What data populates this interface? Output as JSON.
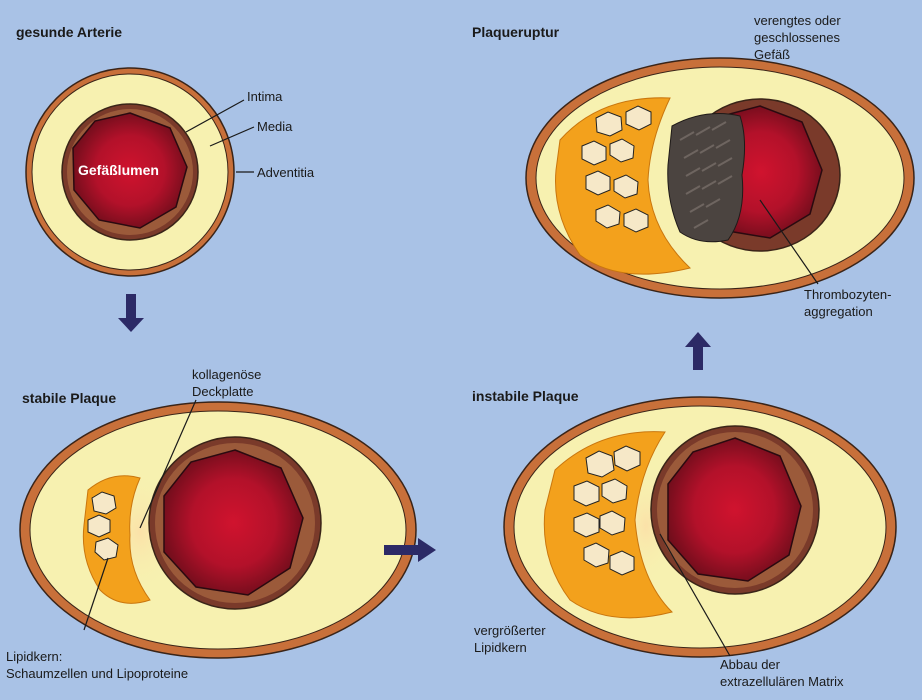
{
  "colors": {
    "background": "#a9c2e6",
    "adventitia": "#c8703a",
    "media": "#f7f1b0",
    "intima": "#6e3426",
    "lumen_center": "#d0132e",
    "lumen_edge": "#6a0d1a",
    "lipid": "#f3a11c",
    "thrombus": "#4b4440",
    "arrow": "#2c2a66"
  },
  "panels": {
    "healthy": {
      "title": "gesunde Arterie",
      "lumen_label": "Gefäßlumen",
      "intima": "Intima",
      "media": "Media",
      "adventitia": "Adventitia"
    },
    "stable": {
      "title": "stabile Plaque",
      "cap": [
        "kollagenöse",
        "Deckplatte"
      ],
      "lipid_core": [
        "Lipidkern:",
        "Schaumzellen und Lipoproteine"
      ]
    },
    "unstable": {
      "title": "instabile Plaque",
      "enlarged_core": [
        "vergrößerter",
        "Lipidkern"
      ],
      "matrix": [
        "Abbau der",
        "extrazellulären Matrix"
      ]
    },
    "rupture": {
      "title": "Plaqueruptur",
      "narrowed": [
        "verengtes oder",
        "geschlossenes",
        "Gefäß"
      ],
      "platelets": [
        "Thrombozyten-",
        "aggregation"
      ]
    }
  },
  "arrows": [
    {
      "name": "arrow-down",
      "direction": "down"
    },
    {
      "name": "arrow-right",
      "direction": "right"
    },
    {
      "name": "arrow-up",
      "direction": "up"
    }
  ]
}
